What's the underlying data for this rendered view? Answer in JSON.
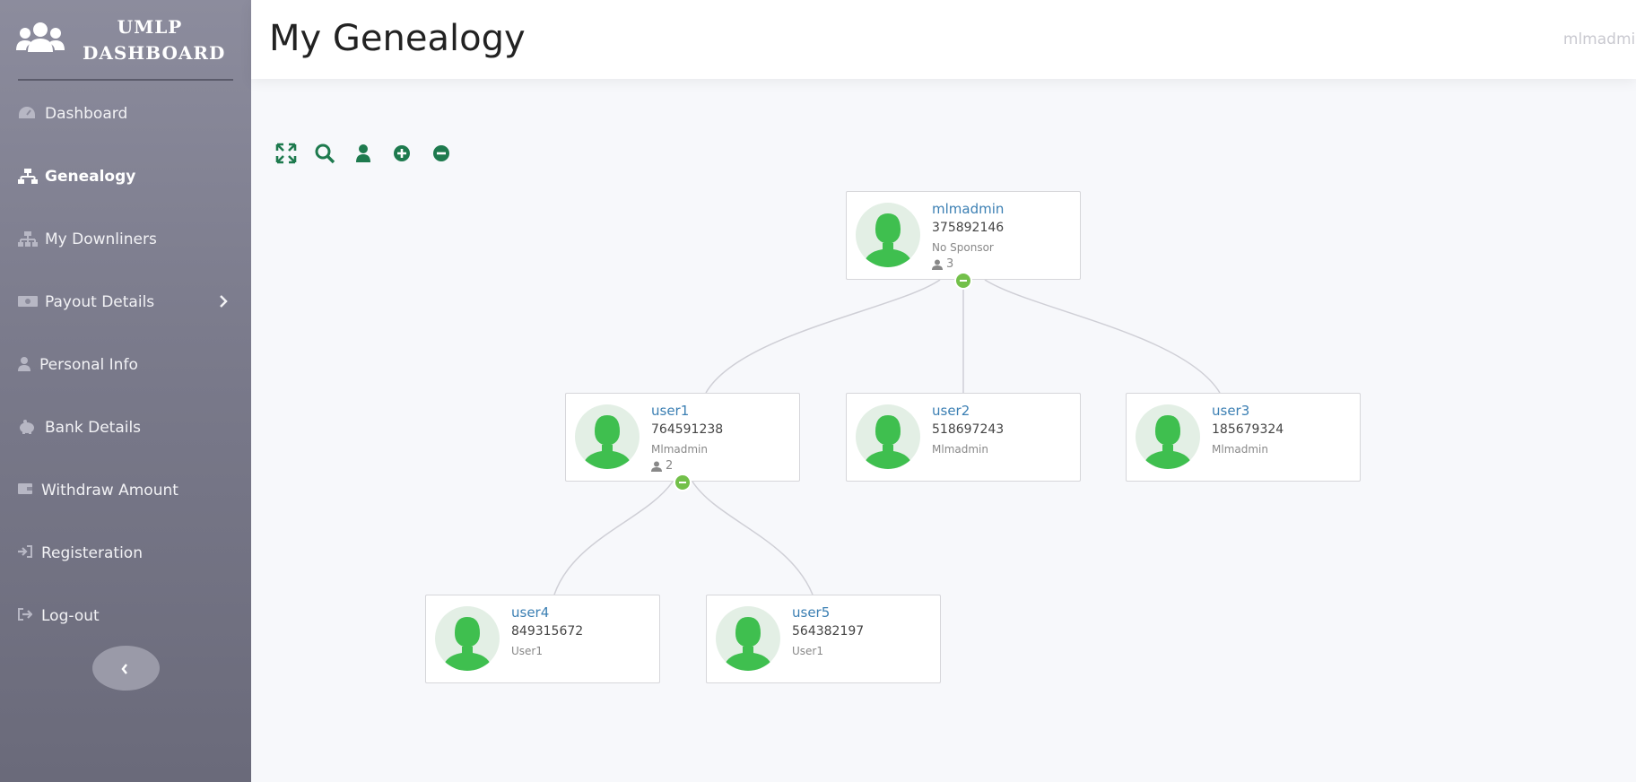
{
  "brand": {
    "line1": "UMLP",
    "line2": "DASHBOARD"
  },
  "sidebar": {
    "items": [
      {
        "label": "Dashboard",
        "icon": "dashboard-icon"
      },
      {
        "label": "Genealogy",
        "icon": "sitemap-icon",
        "active": true
      },
      {
        "label": "My Downliners",
        "icon": "hierarchy-icon"
      },
      {
        "label": "Payout Details",
        "icon": "money-icon",
        "has_submenu": true
      },
      {
        "label": "Personal Info",
        "icon": "user-icon"
      },
      {
        "label": "Bank Details",
        "icon": "piggy-bank-icon"
      },
      {
        "label": "Withdraw Amount",
        "icon": "wallet-icon"
      },
      {
        "label": "Registeration",
        "icon": "sign-in-icon"
      },
      {
        "label": "Log-out",
        "icon": "sign-out-icon"
      }
    ]
  },
  "header": {
    "title": "My Genealogy",
    "user": "mlmadmin"
  },
  "toolbar": [
    "fullscreen-icon",
    "search-icon",
    "user-icon",
    "plus-circle-icon",
    "minus-circle-icon"
  ],
  "colors": {
    "accent": "#1e7a4e",
    "node_name": "#3b7fb3",
    "toggle": "#73c04a",
    "avatar": "#3fbf4f"
  },
  "tree": {
    "nodes": [
      {
        "name": "mlmadmin",
        "id": "375892146",
        "sponsor": "No Sponsor",
        "count": "3"
      },
      {
        "name": "user1",
        "id": "764591238",
        "sponsor": "Mlmadmin",
        "count": "2"
      },
      {
        "name": "user2",
        "id": "518697243",
        "sponsor": "Mlmadmin"
      },
      {
        "name": "user3",
        "id": "185679324",
        "sponsor": "Mlmadmin"
      },
      {
        "name": "user4",
        "id": "849315672",
        "sponsor": "User1"
      },
      {
        "name": "user5",
        "id": "564382197",
        "sponsor": "User1"
      }
    ]
  }
}
